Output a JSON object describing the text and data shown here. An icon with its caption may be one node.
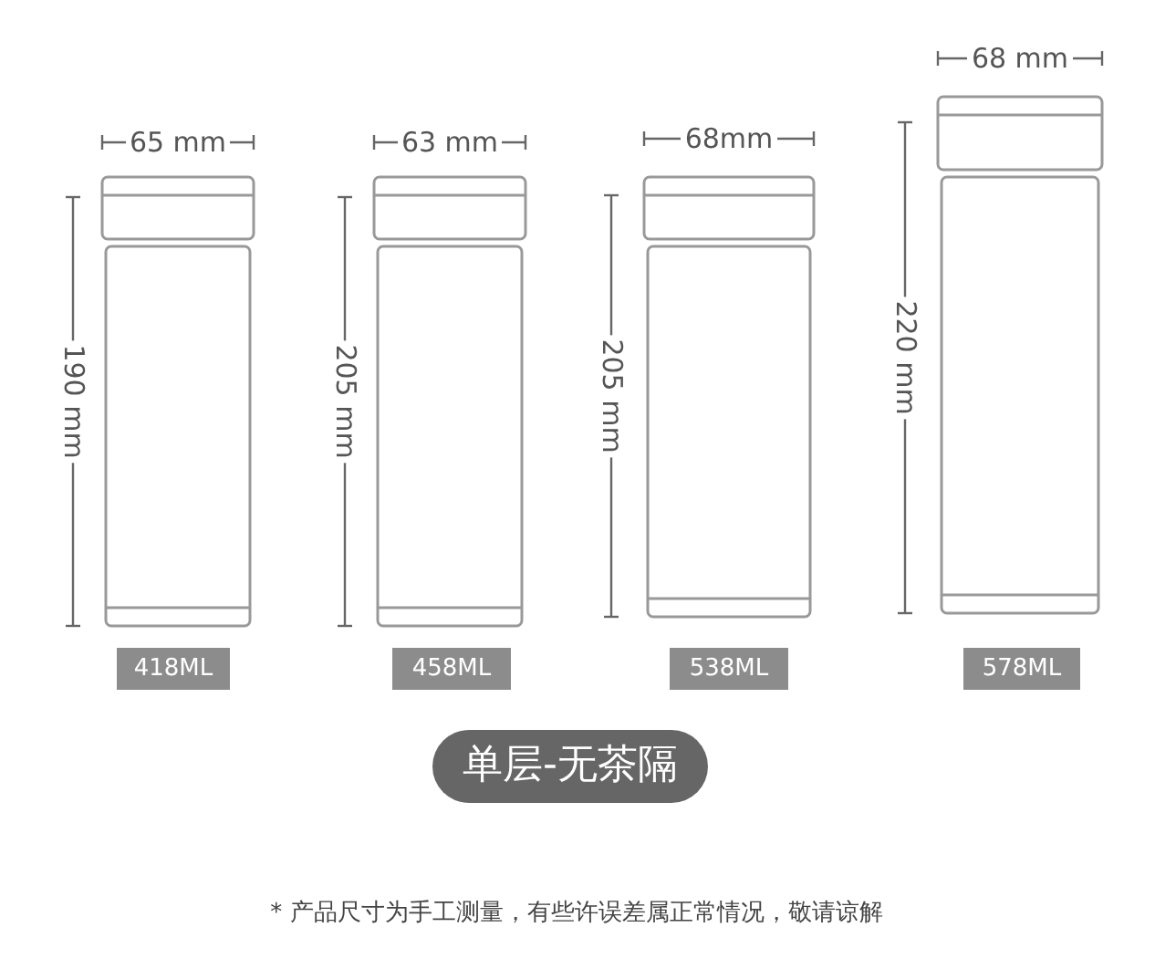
{
  "diagram": {
    "nodes": [
      {
        "text": [
          "418ML"
        ]
      },
      {
        "text": [
          "458ML"
        ]
      },
      {
        "text": [
          "538ML"
        ]
      },
      {
        "text": [
          "578ML"
        ]
      },
      {
        "text": [
          "单层-无茶隔"
        ]
      }
    ],
    "labels": [
      "65 mm",
      "190 mm",
      "63 mm",
      "205 mm",
      "68mm",
      "205 mm",
      "68 mm",
      "220 mm"
    ],
    "caption": "* 产品尺寸为手工测量，有些许误差属正常情况，敬请谅解"
  }
}
